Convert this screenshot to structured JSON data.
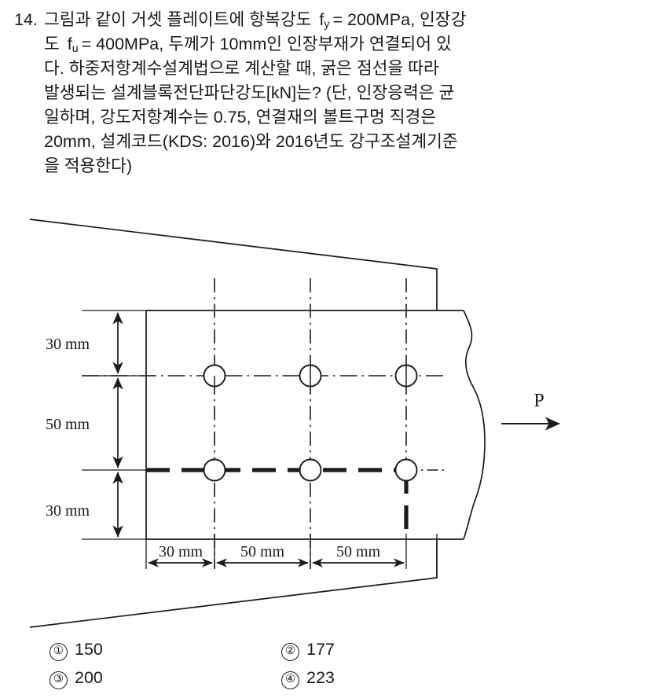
{
  "question": {
    "number": "14.",
    "lines": [
      "그림과 같이 거셋 플레이트에 항복강도  f_y = 200MPa,  인장강",
      "도  f_u = 400MPa,  두께가 10mm인 인장부재가 연결되어  있",
      "다. 하중저항계수설계법으로  계산할 때,  굵은 점선을 따라",
      "발생되는 설계블록전단파단강도[kN]는? (단, 인장응력은 균",
      "일하며, 강도저항계수는 0.75, 연결재의 볼트구멍 직경은",
      "20mm, 설계코드(KDS: 2016)와 2016년도 강구조설계기준",
      "을 적용한다)"
    ],
    "line_parts": {
      "l1_a": "그림과 같이 거셋 플레이트에 항복강도",
      "l1_f": "f",
      "l1_fsub": "y",
      "l1_b": "= 200MPa,  인장강",
      "l2_a": "도",
      "l2_f": "f",
      "l2_fsub": "u",
      "l2_b": "= 400MPa,  두께가 10mm인 인장부재가 연결되어  있",
      "l3": "다. 하중저항계수설계법으로  계산할 때,  굵은 점선을 따라",
      "l4": "발생되는 설계블록전단파단강도[kN]는? (단, 인장응력은 균",
      "l5": "일하며, 강도저항계수는 0.75, 연결재의 볼트구멍 직경은",
      "l6": "20mm, 설계코드(KDS: 2016)와 2016년도 강구조설계기준",
      "l7": "을 적용한다)"
    }
  },
  "figure": {
    "load_label": "P",
    "vertical_dimensions": [
      {
        "id": "v-top",
        "label": "30 mm"
      },
      {
        "id": "v-middle",
        "label": "50 mm"
      },
      {
        "id": "v-bottom",
        "label": "30 mm"
      }
    ],
    "horizontal_dimensions": [
      {
        "id": "h-edge",
        "label": "30 mm"
      },
      {
        "id": "h-pitch1",
        "label": "50 mm"
      },
      {
        "id": "h-pitch2",
        "label": "50 mm"
      }
    ],
    "bolt_rows": 2,
    "bolt_columns": 3,
    "colors": {
      "line": "#1a1a1a",
      "background": "#ffffff"
    }
  },
  "choices": [
    {
      "marker": "①",
      "text": "150"
    },
    {
      "marker": "②",
      "text": "177"
    },
    {
      "marker": "③",
      "text": "200"
    },
    {
      "marker": "④",
      "text": "223"
    }
  ]
}
